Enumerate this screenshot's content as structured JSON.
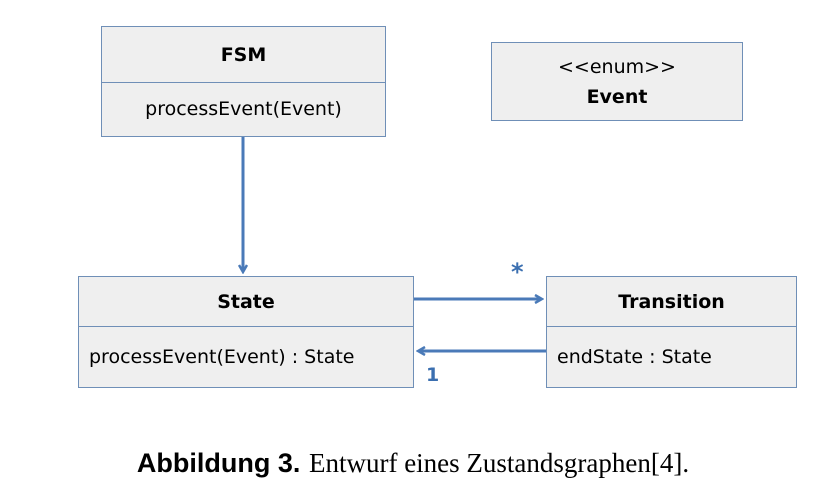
{
  "classes": {
    "fsm": {
      "name": "FSM",
      "operation": "processEvent(Event)"
    },
    "event": {
      "stereotype": "<<enum>>",
      "name": "Event"
    },
    "state": {
      "name": "State",
      "operation": "processEvent(Event) : State"
    },
    "transition": {
      "name": "Transition",
      "attribute": "endState : State"
    }
  },
  "multiplicities": {
    "state_to_transition": "*",
    "transition_to_state": "1"
  },
  "caption": {
    "label": "Abbildung 3.",
    "text": "Entwurf eines Zustandsgraphen[4]."
  },
  "colors": {
    "border": "#6f8fb7",
    "box_fill": "#efefef",
    "arrow": "#4a7ab8",
    "multiplicity": "#3b6fb0"
  }
}
